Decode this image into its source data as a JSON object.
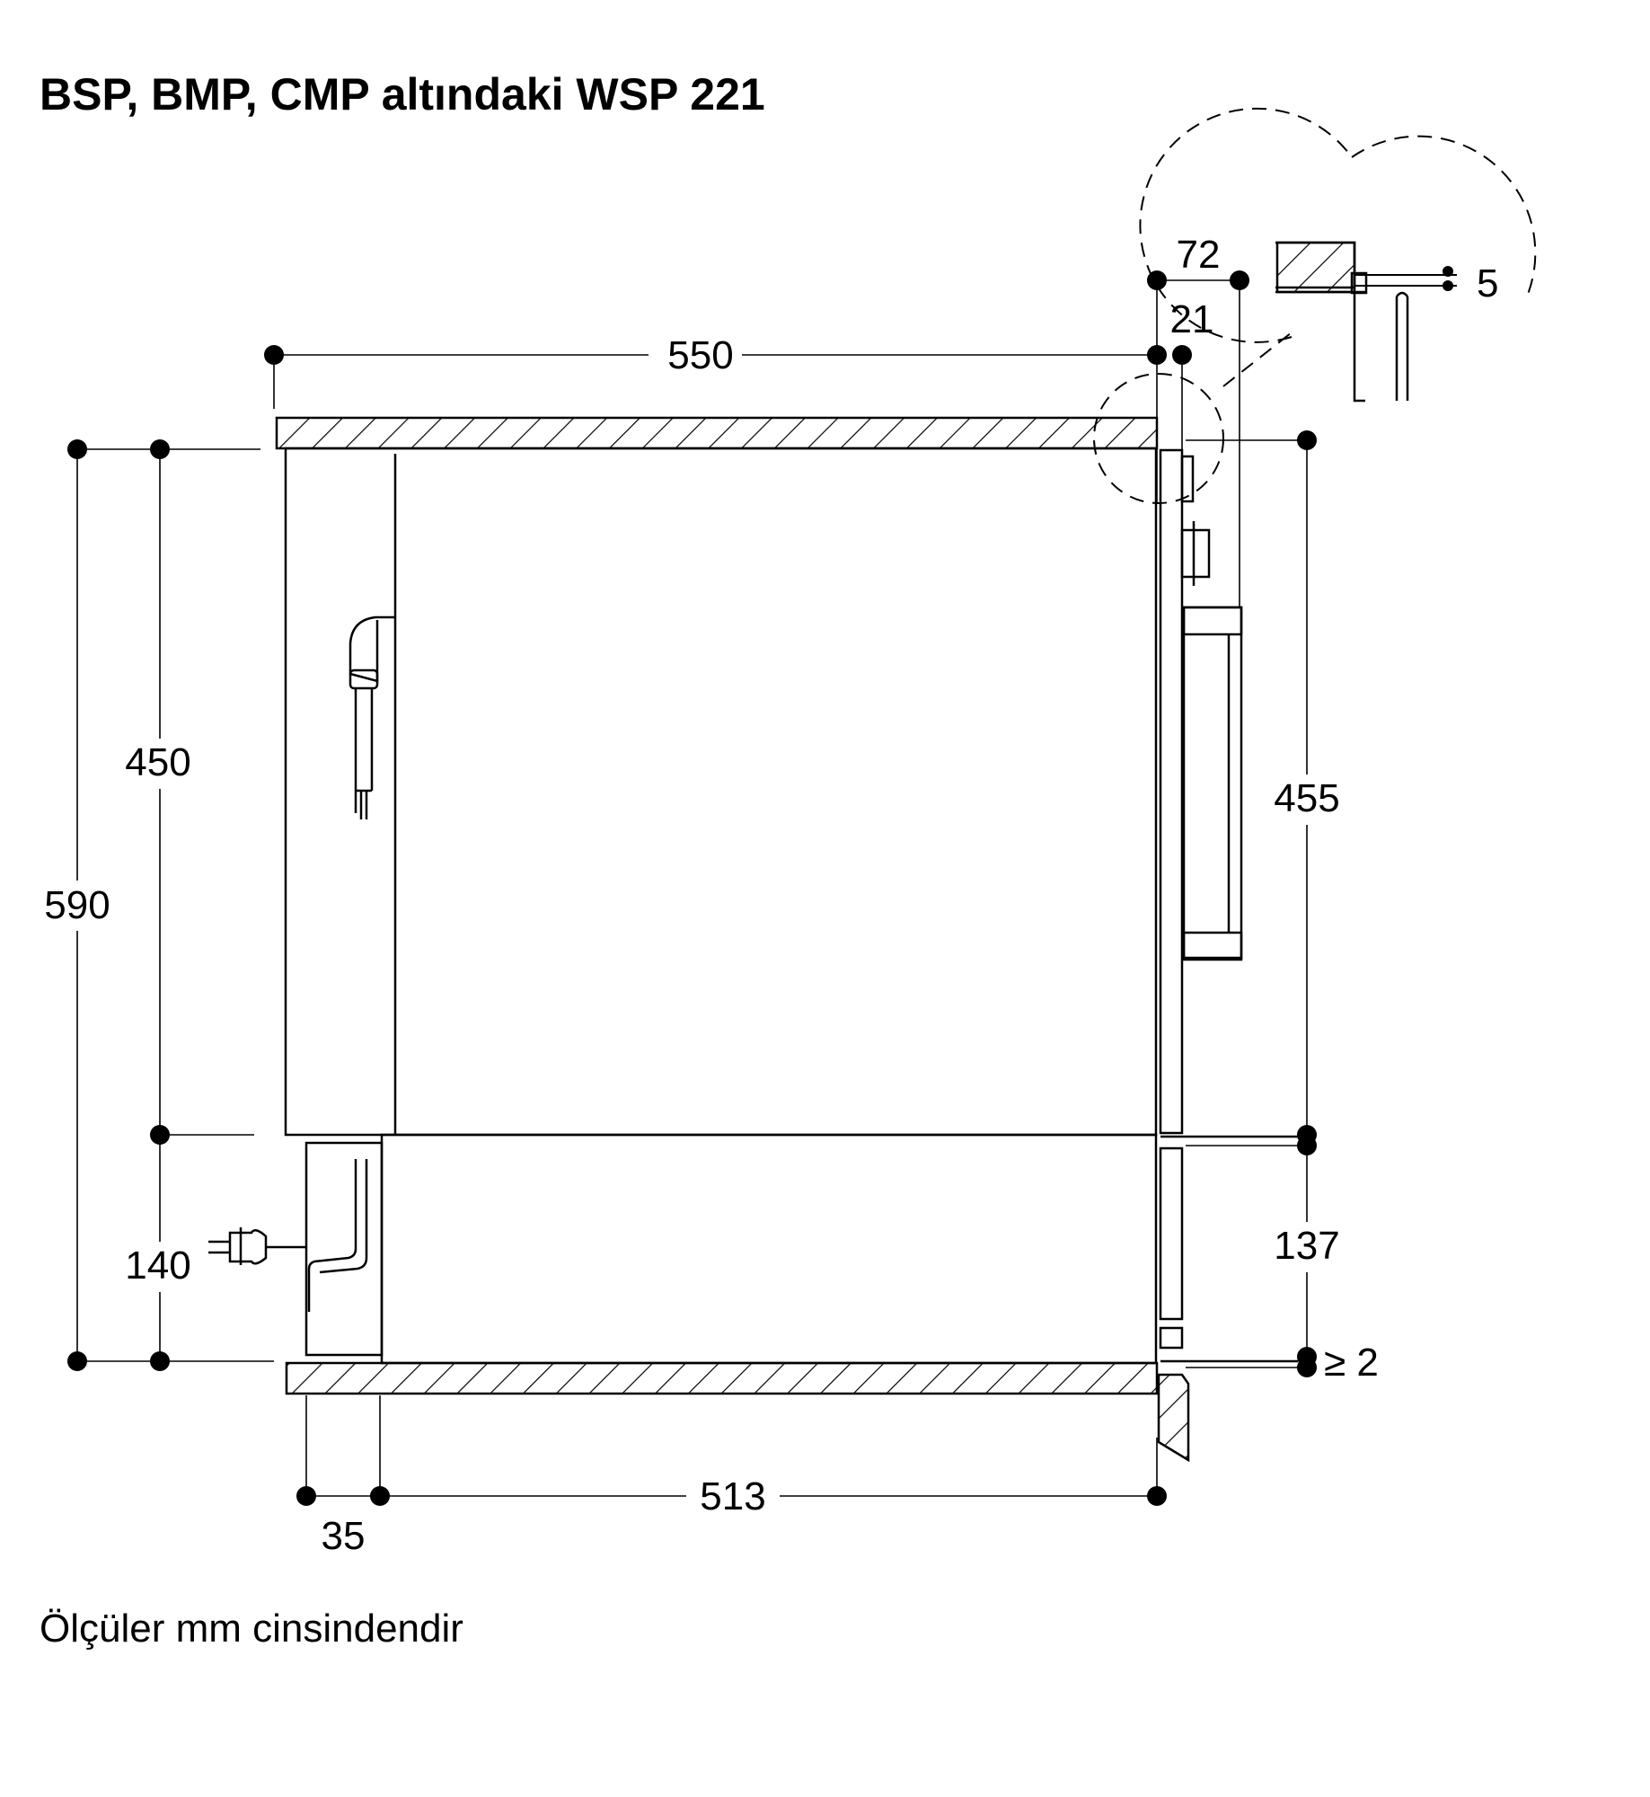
{
  "title": "BSP, BMP, CMP altındaki WSP 221",
  "footnote": "Ölçüler mm cinsindendir",
  "dimensions": {
    "d550": "550",
    "d72": "72",
    "d21": "21",
    "d5": "5",
    "d590": "590",
    "d450": "450",
    "d140": "140",
    "d455": "455",
    "d137": "137",
    "d2": "≥ 2",
    "d513": "513",
    "d35": "35"
  }
}
